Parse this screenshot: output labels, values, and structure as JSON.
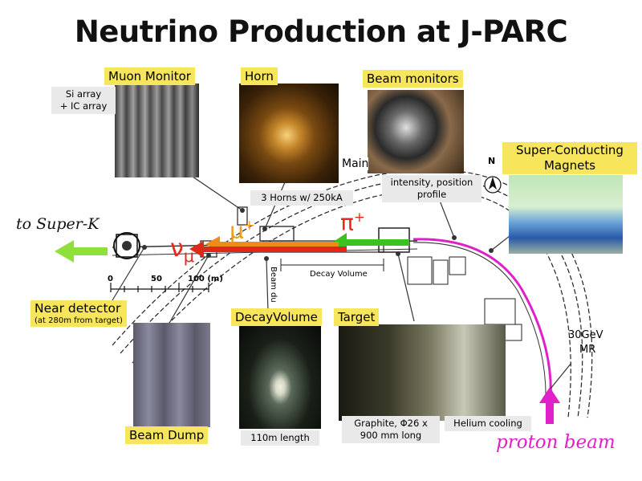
{
  "title": "Neutrino Production at J-PARC",
  "labels": {
    "muon_monitor": "Muon Monitor",
    "horn": "Horn",
    "beam_monitors": "Beam monitors",
    "sc_magnets": "Super-Conducting Magnets",
    "near_detector": "Near detector",
    "near_detector_note": "(at 280m from target)",
    "decay_volume": "DecayVolume",
    "target": "Target",
    "beam_dump": "Beam Dump"
  },
  "notes": {
    "si_array_line1": "Si array",
    "si_array_line2": "+ IC array",
    "three_horns": "3 Horns w/ 250kA",
    "intensity_line1": "intensity, position",
    "intensity_line2": "profile",
    "length": "110m length",
    "graphite_line1": "Graphite, Φ26 x",
    "graphite_line2": "900 mm long",
    "helium": "Helium cooling"
  },
  "map_text": {
    "to_super_k": "to Super-K",
    "main": "Main",
    "north": "N",
    "decay_volume": "Decay Volume",
    "beam_dump_vertical": "Beam du",
    "mr_line1": "30GeV",
    "mr_line2": "MR",
    "proton_beam": "proton beam",
    "scale_0": "0",
    "scale_50": "50",
    "scale_100": "100 (m)"
  },
  "particles": {
    "neutrino": "ν",
    "neutrino_sub": "μ",
    "muon": "μ",
    "muon_sup": "+",
    "pion": "π",
    "pion_sup": "+"
  },
  "colors": {
    "label_bg": "#f7e55c",
    "note_bg": "#e9e9e9",
    "proton_beam": "#e020c8",
    "pion_arrow": "#3cc21e",
    "muon_arrow": "#f08a1a",
    "neutrino_arrow": "#e02818",
    "to_super_k_arrow": "#8fe03a",
    "muon_text": "#f29a1a",
    "neutrino_text": "#e8281a"
  }
}
